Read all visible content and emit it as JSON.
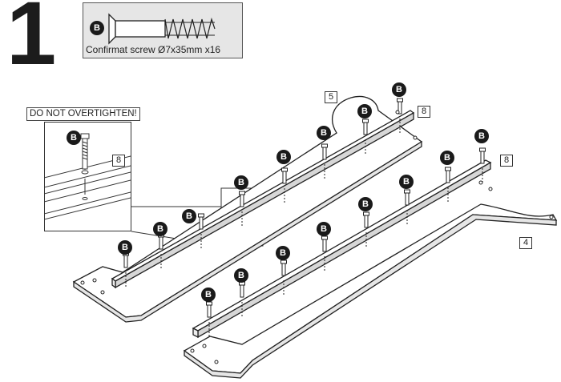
{
  "step": {
    "number": "1"
  },
  "part": {
    "letter": "B",
    "caption": "Confirmat screw Ø7x35mm x16"
  },
  "warning": {
    "text": "DO NOT OVERTIGHTEN!"
  },
  "detail": {
    "badge": "B",
    "label": "8"
  },
  "labels": {
    "panel_left": "5",
    "rail_left": "8",
    "rail_right": "8",
    "panel_right": "4"
  },
  "screw_badge": "B"
}
